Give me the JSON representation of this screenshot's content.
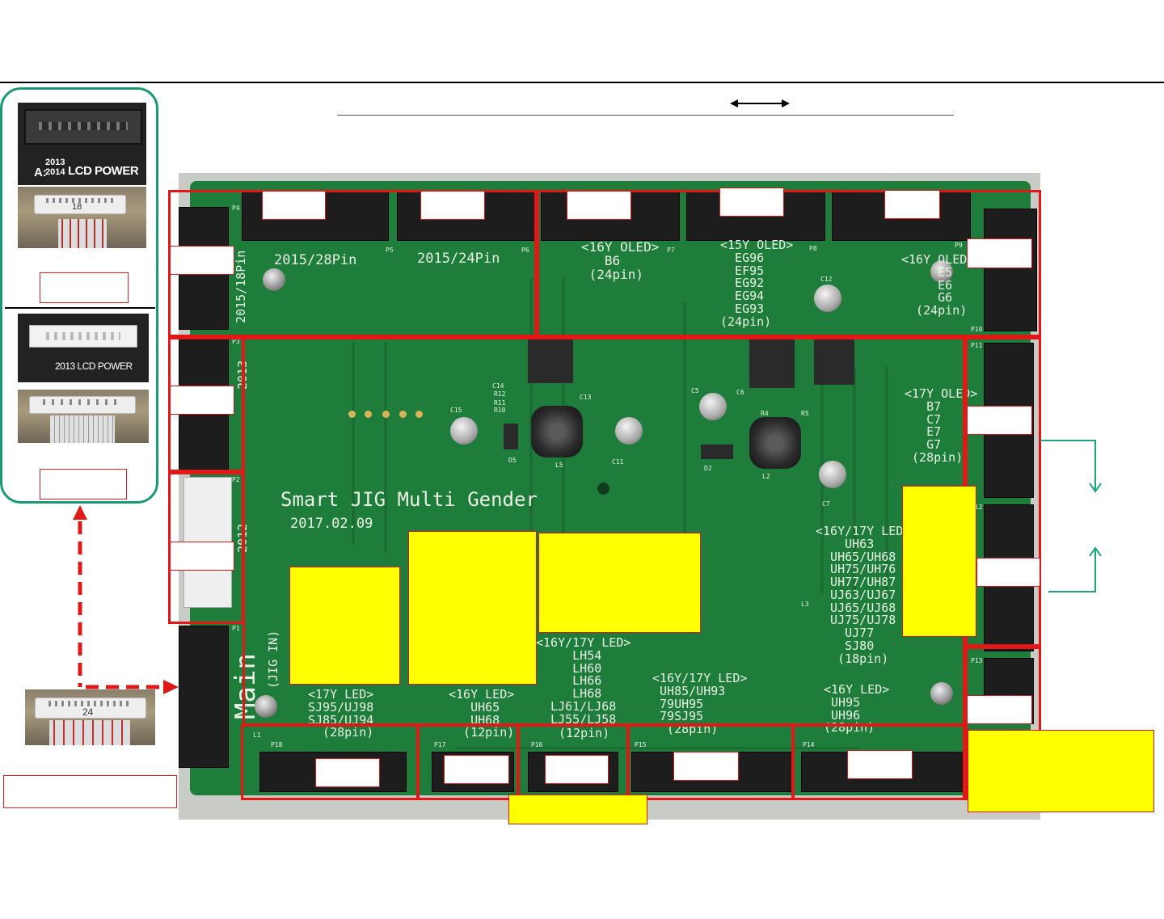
{
  "left_panel": {
    "photo1_caption_prefix": "A:",
    "photo1_caption_years": "2013\n2014",
    "photo1_caption_suffix": "LCD POWER",
    "plug1_number": "18",
    "photo2_caption": "2013 LCD POWER"
  },
  "bottom_plug": {
    "number": "24"
  },
  "board": {
    "slot_2015_28": "2015/28Pin",
    "slot_2015_24": "2015/24Pin",
    "slot_2015_18": "2015/18Pin",
    "oled16_b6": "<16Y OLED>\n   B6\n (24pin)",
    "oled15": "<15Y OLED>\n  EG96\n  EF95\n  EG92\n  EG94\n  EG93\n(24pin)",
    "oled16_right": "<16Y OLED\n     E5\n     E6\n     G6\n  (24pin)",
    "oled17": "<17Y OLED>\n   B7\n   C7\n   E7\n   G7\n (28pin)",
    "side_2013": "2013",
    "side_2012": "2012",
    "title": "Smart JIG Multi Gender",
    "date": "2017.02.09",
    "main": "Main",
    "jig_in": "(JIG IN)",
    "led_16_17_uh": "<16Y/17Y LED\n    UH63\n  UH65/UH68\n  UH75/UH76\n  UH77/UH87\n  UJ63/UJ67\n  UJ65/UJ68\n  UJ75/UJ78\n    UJ77\n    SJ80\n   (18pin)",
    "led_16_17_lh": "<16Y/17Y LED>\n     LH54\n     LH60\n     LH66\n     LH68\n  LJ61/LJ68\n  LJ55/LJ58",
    "led17_sj": "<17Y LED>\nSJ95/UJ98\nSJ85/UJ94\n  (28pin)",
    "led16_uh65": "<16Y LED>\n   UH65\n   UH68\n  (12pin)",
    "pin12": "(12pin)",
    "led_16_17_uh85": "<16Y/17Y LED>\n UH85/UH93\n 79UH95\n 79SJ95\n  (28pin)",
    "led16_uh95": "<16Y LED>\n UH95\n UH96\n(28pin)",
    "refs": [
      "P5",
      "P6",
      "P7",
      "P8",
      "P9",
      "P1",
      "P2",
      "P3",
      "P4",
      "P10",
      "P11",
      "P12",
      "P13",
      "P14",
      "P15",
      "P16",
      "P17",
      "P18",
      "C5",
      "C6",
      "C7",
      "C11",
      "C12",
      "C13",
      "C14",
      "C15",
      "D2",
      "D5",
      "L1",
      "L2",
      "L3",
      "L5",
      "R10",
      "R11",
      "R12",
      "R4",
      "R5"
    ]
  }
}
